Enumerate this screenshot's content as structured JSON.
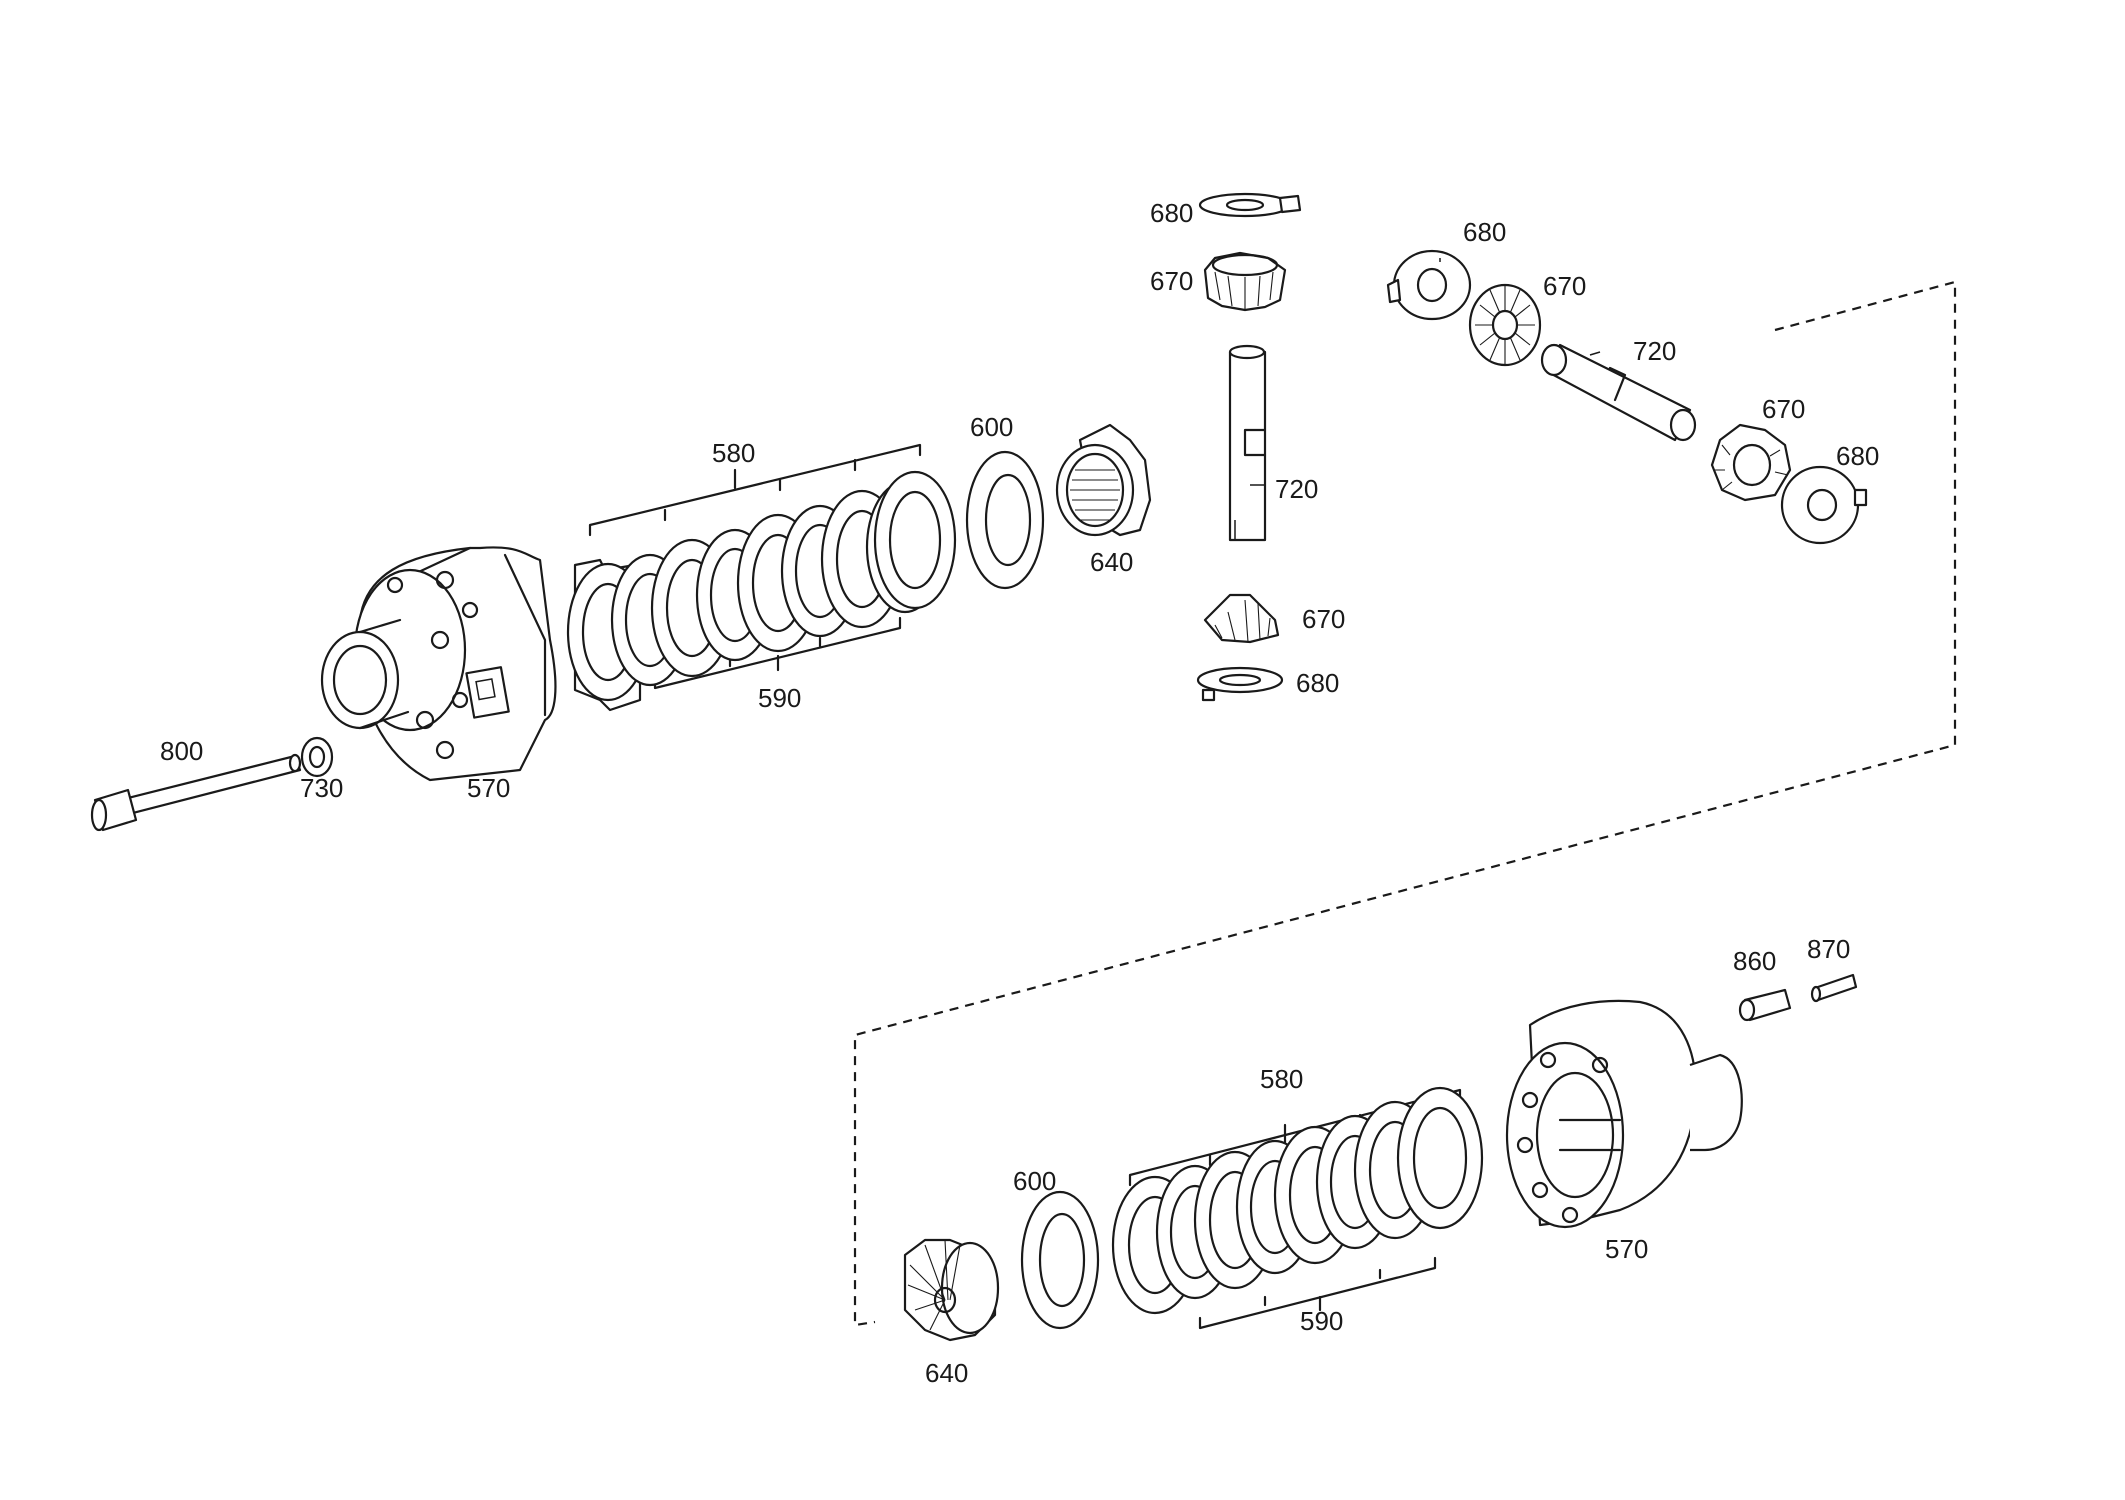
{
  "diagram": {
    "callouts": {
      "p570_top": "570",
      "p580_top": "580",
      "p590_top": "590",
      "p600_top": "600",
      "p640_top": "640",
      "p680_a": "680",
      "p670_a": "670",
      "p720_v": "720",
      "p670_b": "670",
      "p680_b": "680",
      "p680_c": "680",
      "p670_c": "670",
      "p720_h": "720",
      "p670_d": "670",
      "p680_d": "680",
      "p800": "800",
      "p730": "730",
      "p860": "860",
      "p870": "870",
      "p580_bot": "580",
      "p590_bot": "590",
      "p600_bot": "600",
      "p640_bot": "640",
      "p570_bot": "570"
    }
  }
}
